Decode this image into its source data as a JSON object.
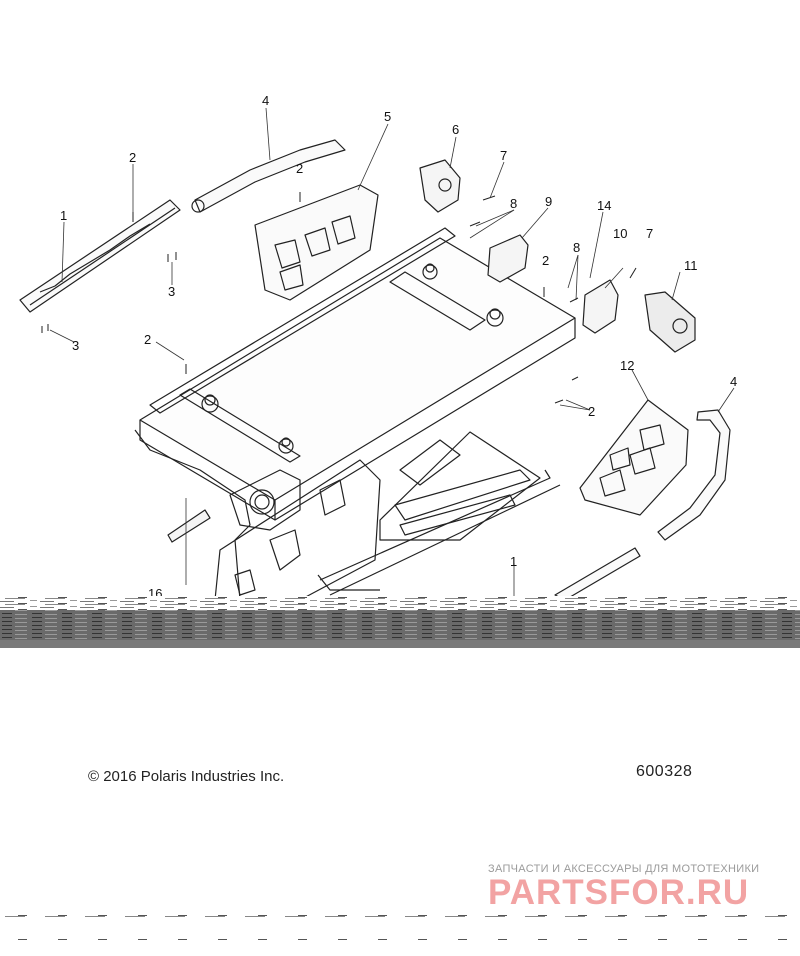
{
  "diagram": {
    "callouts": [
      "1",
      "2",
      "3",
      "4",
      "5",
      "6",
      "7",
      "8",
      "9",
      "10",
      "11",
      "12",
      "14",
      "16"
    ],
    "copyright": "© 2016 Polaris Industries Inc.",
    "diagram_id": "600328"
  },
  "watermark": {
    "tagline": "ЗАПЧАСТИ И АКСЕССУАРЫ ДЛЯ МОТОТЕХНИКИ",
    "logo_text": "PARTSFOR.RU",
    "logo_color": "#f2a3a3"
  }
}
